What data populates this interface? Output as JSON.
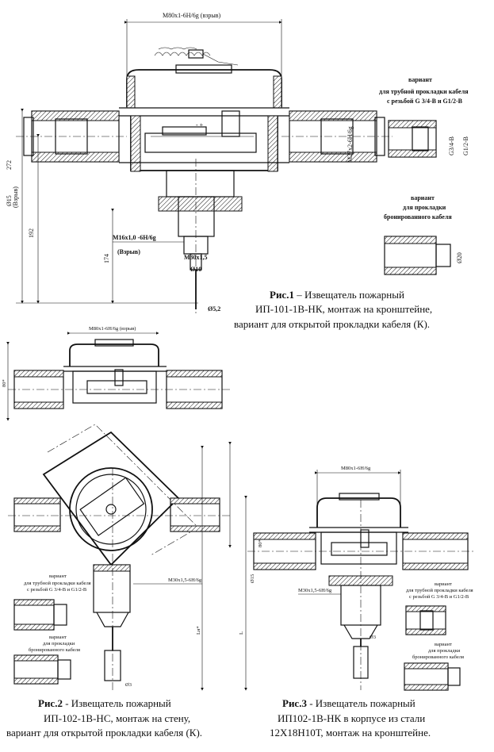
{
  "fig1": {
    "dim_top": "M80x1-6H/6g (взрыв)",
    "dim_272": "272",
    "dim_d15": "Ø15",
    "dim_d15_note": "(Взрыв)",
    "dim_192": "192",
    "dim_174": "174",
    "dim_m16": "M16x1,0 -6H/6g",
    "dim_m16_note": "(Взрыв)",
    "dim_m30": "M30x1,5",
    "dim_d10": "Ø10",
    "dim_d5": "Ø5,2",
    "dim_m27": "M27x2-6H/6g",
    "dim_g34": "G3/4-B",
    "dim_g12": "G1/2-B",
    "dim_d20": "Ø20",
    "signs": "-  +",
    "variant1_title": "вариант",
    "variant1_line1": "для трубной прокладки кабеля",
    "variant1_line2": "с резьбой G 3/4-B и G1/2-B",
    "variant2_title": "вариант",
    "variant2_line1": "для прокладки",
    "variant2_line2": "бронированного кабеля",
    "caption_bold": "Рис.1",
    "caption_line1": " – Извещатель пожарный",
    "caption_line2": "ИП-101-1В-НК, монтаж на кронштейне,",
    "caption_line3": "вариант для открытой прокладки кабеля (К)."
  },
  "fig2": {
    "dim_top": "M80x1-6H/6g (взрыв)",
    "dim_side": "80*",
    "dim_len": "Lн*",
    "dim_d3": "Ø3",
    "dim_m30": "M30x1,5-6H/6g",
    "variant1_title": "вариант",
    "variant1_line1": "для трубной прокладки кабеля",
    "variant1_line2": "с резьбой G 3/4-B и G1/2-B",
    "variant2_title": "вариант",
    "variant2_line1": "для прокладки",
    "variant2_line2": "бронированного кабеля",
    "caption_bold": "Рис.2",
    "caption_line1": " - Извещатель пожарный",
    "caption_line2": "ИП-102-1В-НС, монтаж на стену,",
    "caption_line3": "вариант для открытой прокладки кабеля (К)."
  },
  "fig3": {
    "dim_top": "M80x1-6H/6g",
    "dim_side": "80*",
    "dim_l": "L",
    "dim_d3": "Ø3",
    "dim_m30": "M30x1,5-6H/6g",
    "dim_d15": "Ø15",
    "variant1_title": "вариант",
    "variant1_line1": "для трубной прокладки кабеля",
    "variant1_line2": "с резьбой G 3/4-B и G1/2-B",
    "variant2_title": "вариант",
    "variant2_line1": "для прокладки",
    "variant2_line2": "бронированного кабеля",
    "caption_bold": "Рис.3",
    "caption_line1": " - Извещатель пожарный",
    "caption_line2": "ИП102-1В-НК в корпусе из стали",
    "caption_line3": "12Х18Н10Т, монтаж на кронштейне."
  }
}
